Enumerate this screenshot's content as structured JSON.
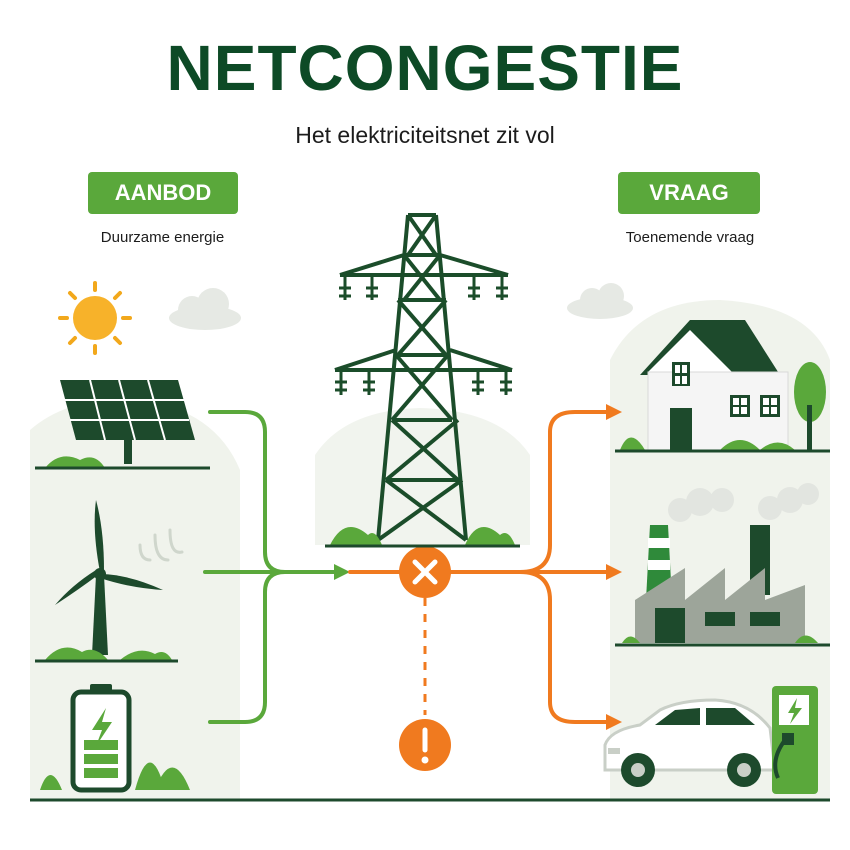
{
  "header": {
    "title": "NETCONGESTIE",
    "subtitle": "Het elektriciteitsnet zit vol"
  },
  "supply": {
    "label": "AANBOD",
    "caption": "Duurzame energie",
    "sources": [
      "solar-panel-icon",
      "wind-turbine-icon",
      "battery-icon"
    ]
  },
  "demand": {
    "label": "VRAAG",
    "caption": "Toenemende vraag",
    "consumers": [
      "house-icon",
      "factory-icon",
      "electric-car-icon"
    ]
  },
  "colors": {
    "title": "#0d4a26",
    "supply_green": "#5aa83b",
    "demand_orange": "#f07a1f",
    "tower": "#1b4d2a"
  }
}
